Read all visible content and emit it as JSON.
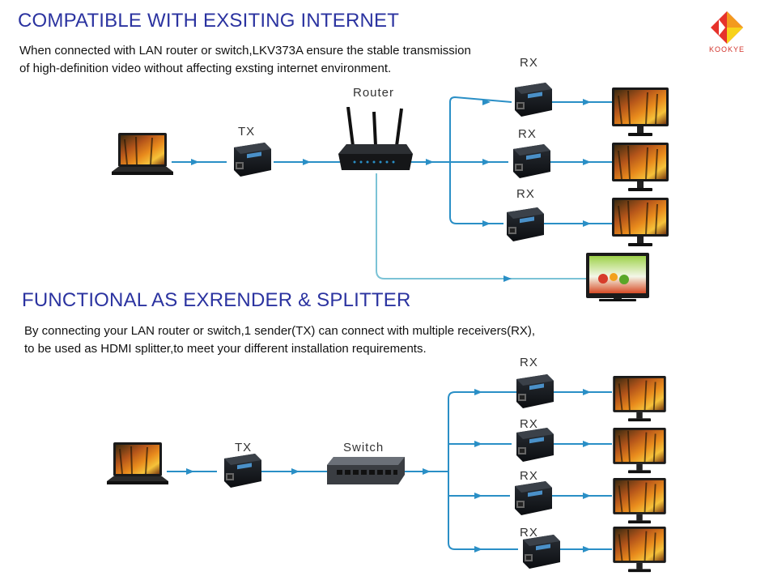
{
  "section1": {
    "heading": "COMPATIBLE WITH EXSITING INTERNET",
    "desc_line1": "When connected with LAN router or switch,LKV373A ensure the stable transmission",
    "desc_line2": "of high-definition video without affecting exsting internet environment.",
    "labels": {
      "tx": "TX",
      "router": "Router",
      "rx1": "RX",
      "rx2": "RX",
      "rx3": "RX"
    }
  },
  "section2": {
    "heading": "FUNCTIONAL AS EXRENDER & SPLITTER",
    "desc_line1": "By connecting your LAN router or switch,1 sender(TX) can connect with multiple receivers(RX),",
    "desc_line2": "to be used  as HDMI splitter,to meet your different installation requirements.",
    "labels": {
      "tx": "TX",
      "switch": "Switch",
      "rx1": "RX",
      "rx2": "RX",
      "rx3": "RX",
      "rx4": "RX"
    }
  },
  "brand": {
    "name": "KOOKYE",
    "colors": [
      "#e6322b",
      "#f39a1e",
      "#f7d21a"
    ]
  },
  "colors": {
    "heading": "#2b33a0",
    "connector": "#2a8fc6",
    "lan_connector": "#7bc3d6"
  }
}
